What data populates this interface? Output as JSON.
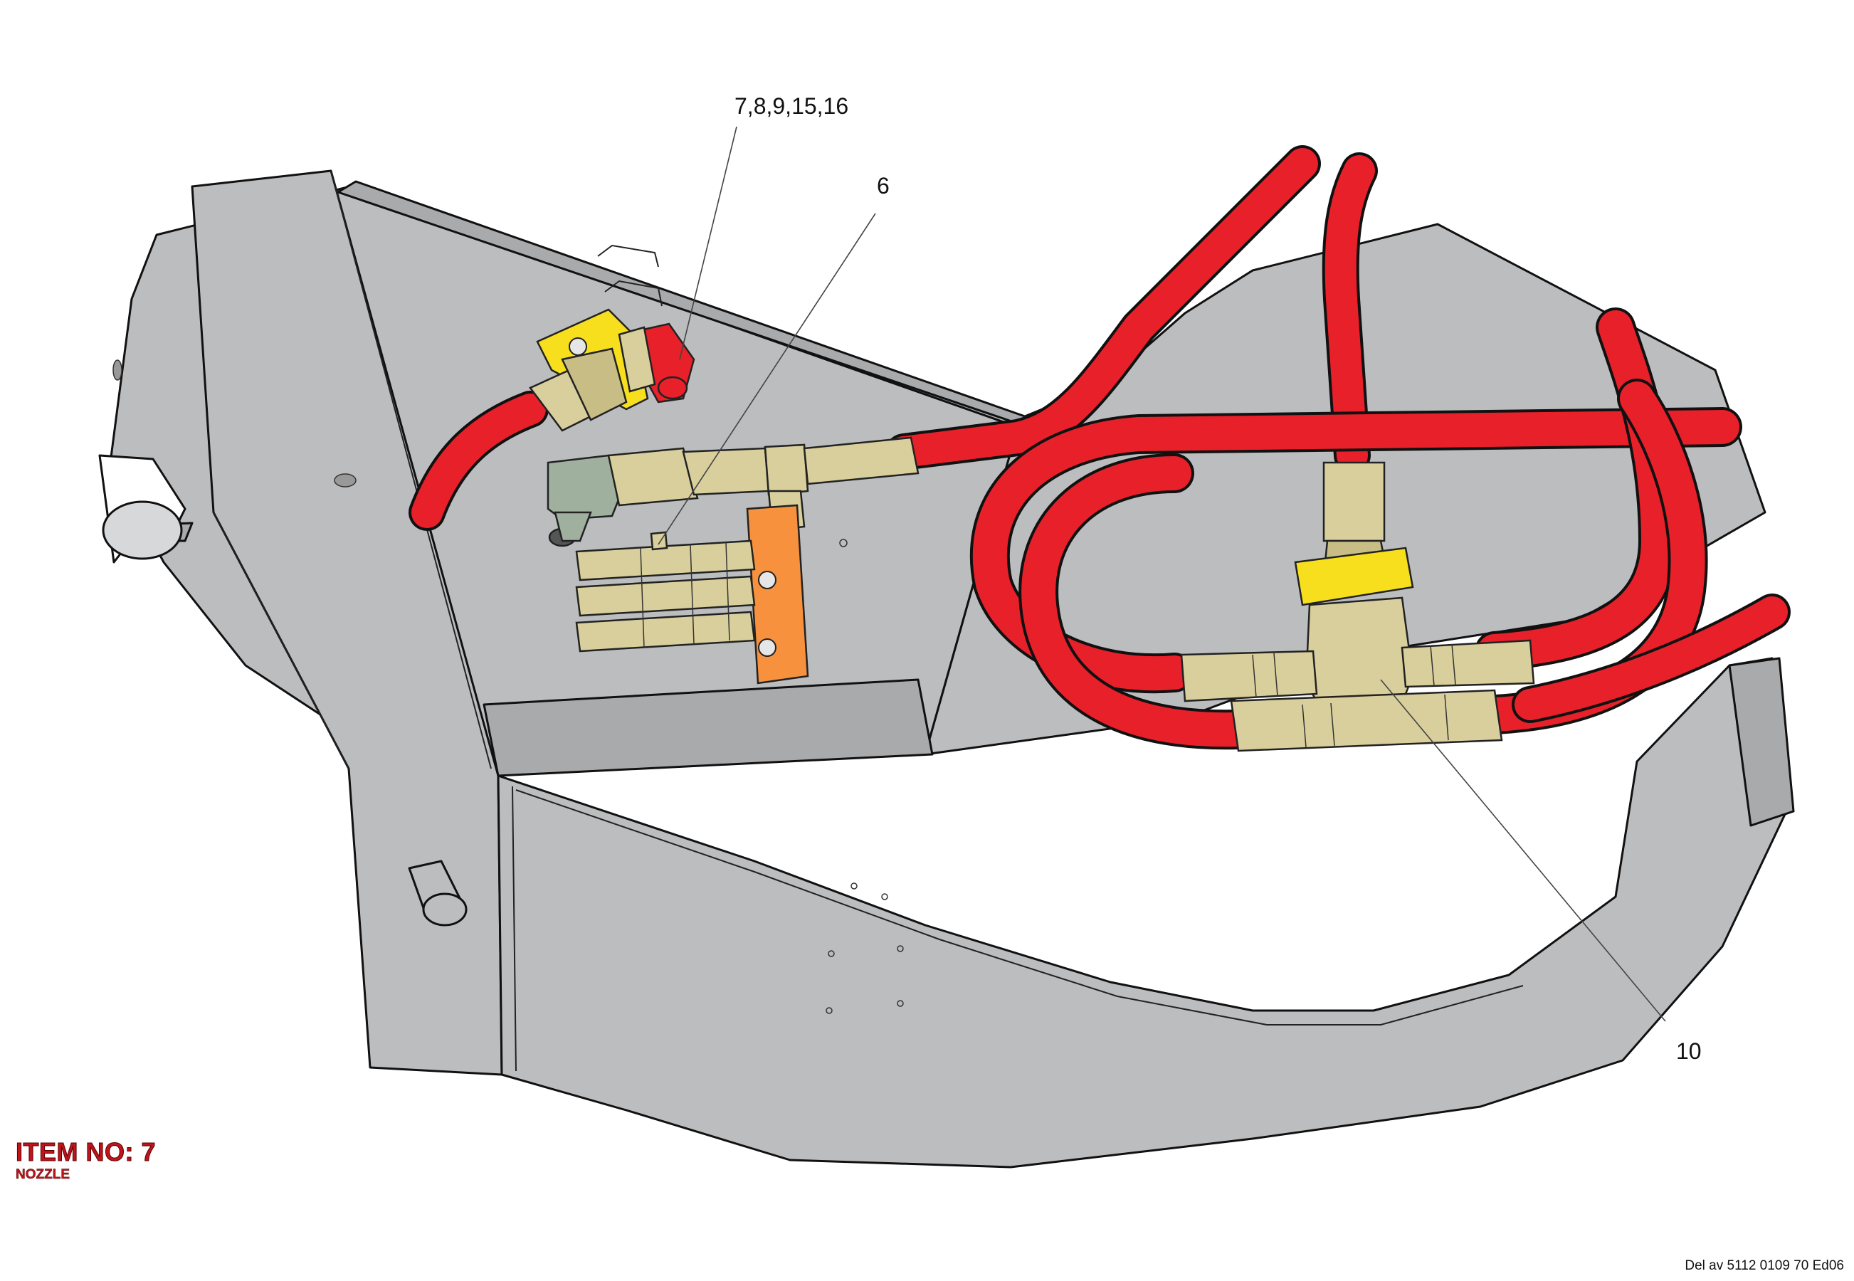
{
  "callouts": {
    "c1": "7,8,9,15,16",
    "c2": "6",
    "c3": "10"
  },
  "item": {
    "title": "ITEM NO: 7",
    "name": "NOZZLE"
  },
  "document": {
    "reference": "Del av 5112 0109 70 Ed06"
  },
  "colors": {
    "frame": "#bcbdbf",
    "hose": "#e8202a",
    "brass": "#d8cf9c",
    "bracket": "#f7df1e",
    "manifold": "#f7913d",
    "title_red": "#c0141c"
  }
}
